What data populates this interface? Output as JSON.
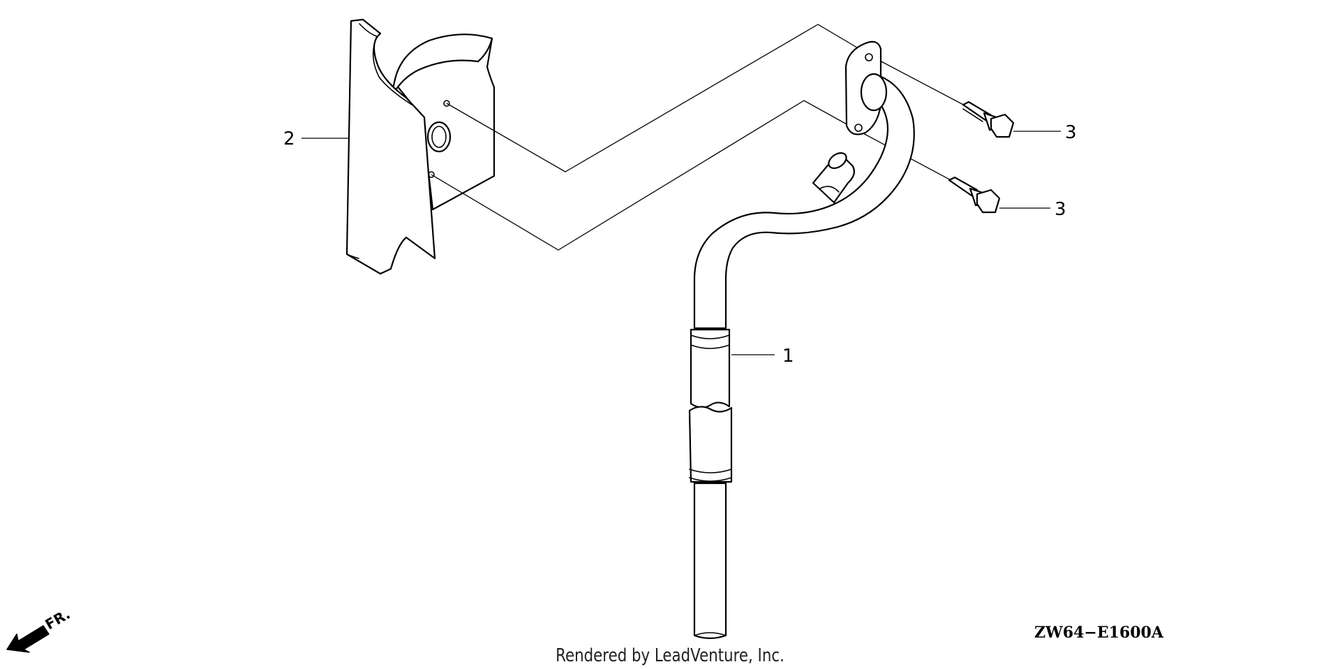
{
  "diagram": {
    "callouts": [
      {
        "id": "1",
        "label": "1"
      },
      {
        "id": "2",
        "label": "2"
      },
      {
        "id": "3a",
        "label": "3"
      },
      {
        "id": "3b",
        "label": "3"
      }
    ],
    "direction_label": "FR.",
    "drawing_code": "ZW64−E1600A"
  },
  "footer": {
    "credit": "Rendered by LeadVenture, Inc."
  }
}
